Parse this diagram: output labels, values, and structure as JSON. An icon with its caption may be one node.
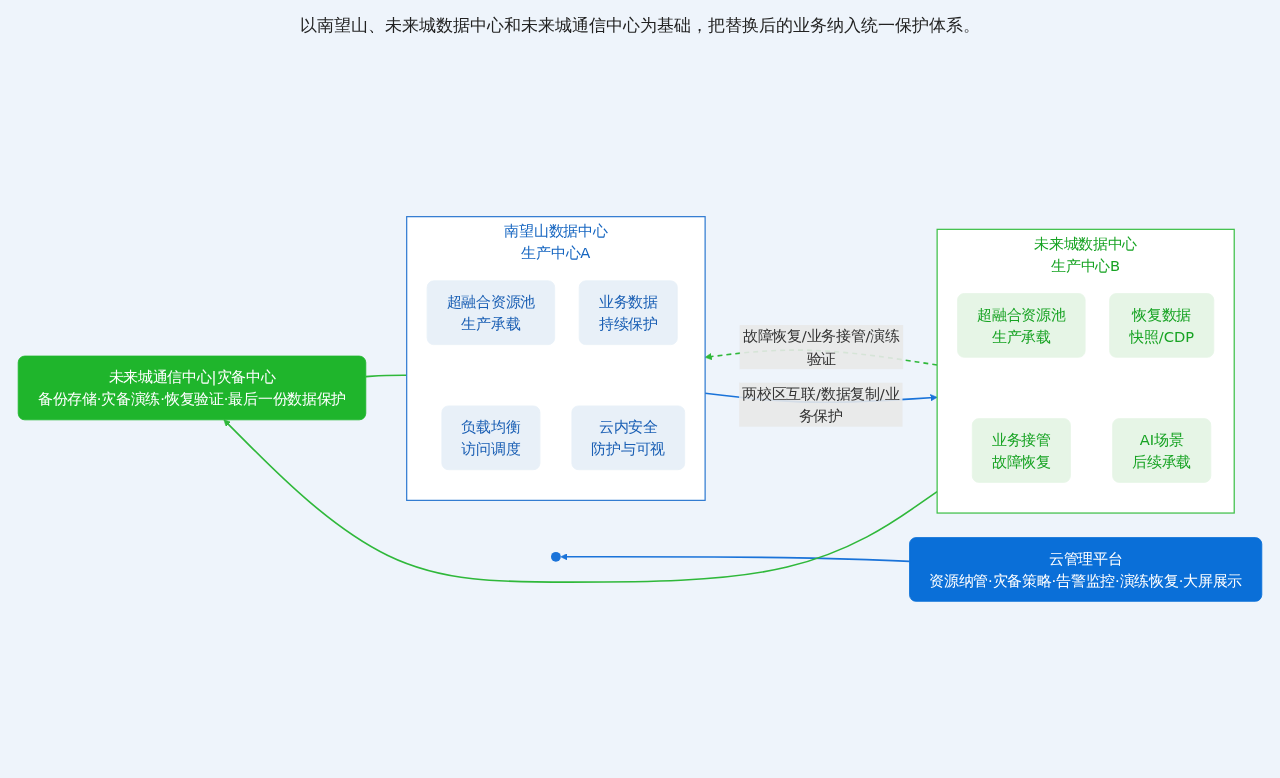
{
  "diagram": {
    "title": "以南望山、未来城数据中心和未来城通信中心为基础，把替换后的业务纳入统一保护体系。",
    "nodes": [
      {
        "text": [
          "云管理平台",
          "资源纳管·灾备策略·告警监控·演练恢复·大屏展示"
        ]
      },
      {
        "text": [
          "南望山数据中心",
          "生产中心A"
        ]
      },
      {
        "text": [
          "超融合资源池",
          "生产承载"
        ],
        "in": 1
      },
      {
        "text": [
          "负载均衡",
          "访问调度"
        ],
        "in": 1
      },
      {
        "text": [
          "业务数据",
          "持续保护"
        ],
        "in": 1
      },
      {
        "text": [
          "云内安全",
          "防护与可视"
        ],
        "in": 1
      },
      {
        "text": [
          "未来城数据中心",
          "生产中心B"
        ]
      },
      {
        "text": [
          "超融合资源池",
          "生产承载"
        ],
        "in": 6
      },
      {
        "text": [
          "业务接管",
          "故障恢复"
        ],
        "in": 6
      },
      {
        "text": [
          "恢复数据",
          "快照/CDP"
        ],
        "in": 6
      },
      {
        "text": [
          "AI场景",
          "后续承载"
        ],
        "in": 6
      },
      {
        "text": [
          "未来城通信中心|灾备中心",
          "备份存储·灾备演练·恢复验证·最后一份数据保护"
        ]
      }
    ],
    "edges": [
      {
        "from": 0,
        "to": null,
        "arrow": "to",
        "color": "#1a73d9"
      },
      {
        "from": 1,
        "to": 6,
        "arrow": "to",
        "label": "两校区互联/数据复制/业务保护",
        "color": "#1a73d9"
      },
      {
        "from": 6,
        "to": 1,
        "arrow": "to",
        "label": "故障恢复/业务接管/演练验证",
        "style": "dashed",
        "color": "#2fb83a"
      },
      {
        "from": 1,
        "to": 11,
        "arrow": "none",
        "color": "#2fb83a"
      },
      {
        "from": 6,
        "to": 11,
        "arrow": "to",
        "color": "#2fb83a"
      }
    ]
  }
}
